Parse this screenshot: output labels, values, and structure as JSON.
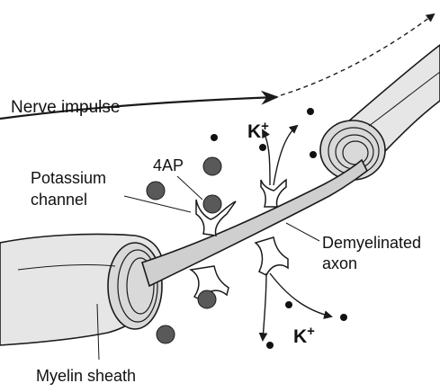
{
  "labels": {
    "nerve_impulse": "Nerve impulse",
    "k_plus_top": "K",
    "k_plus_top_sup": "+",
    "k_plus_bottom": "K",
    "k_plus_bottom_sup": "+",
    "four_ap": "4AP",
    "potassium_channel_line1": "Potassium",
    "potassium_channel_line2": "channel",
    "demyelinated_line1": "Demyelinated",
    "demyelinated_line2": "axon",
    "myelin_sheath": "Myelin sheath"
  },
  "colors": {
    "ion_dot": "#111111",
    "blocker_fill": "#595959",
    "myelin_fill": "#e6e6e6",
    "axon_fill": "#cfcfcf",
    "stroke": "#1a1a1a"
  }
}
